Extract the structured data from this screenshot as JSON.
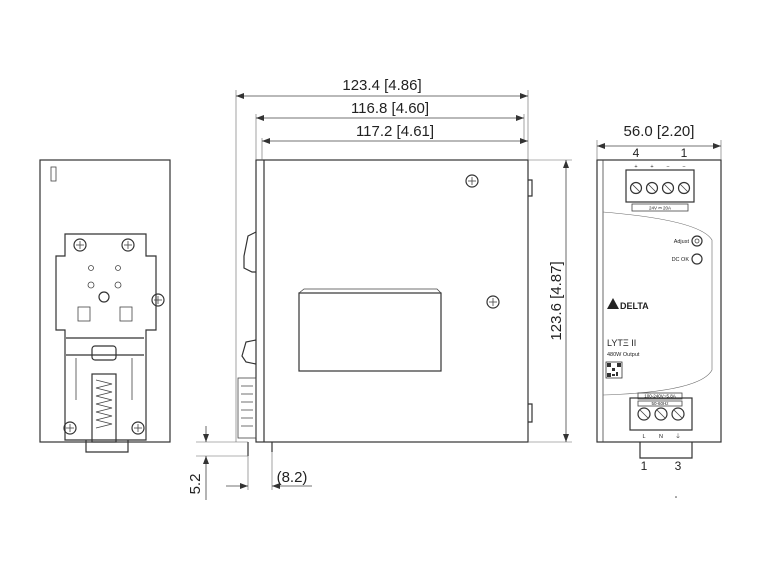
{
  "dimensions": {
    "overall_depth": "123.4 [4.86]",
    "depth_mid": "116.8 [4.60]",
    "depth_body": "117.2 [4.61]",
    "height": "123.6 [4.87]",
    "width": "56.0 [2.20]",
    "rail_offset": "5.2",
    "clip_offset": "(8.2)"
  },
  "front_label": {
    "input_pin_left": "4",
    "input_pin_right": "1",
    "input_polarity": [
      "+",
      "+",
      "−",
      "−"
    ],
    "output_rating": "24V ⎓ 20A",
    "adjust_label": "Adjust",
    "dc_ok_label": "DC OK",
    "brand": "DELTA",
    "product": "LYTΞ II",
    "power": "480W Output",
    "ac_rating_1": "100-240V~5.8A",
    "ac_rating_2": "50-60Hz",
    "terminal_letters": [
      "L",
      "N",
      "⏚"
    ],
    "pin_bottom_left": "1",
    "pin_bottom_right": "3"
  },
  "colors": {
    "line": "#333333",
    "background": "#ffffff"
  }
}
